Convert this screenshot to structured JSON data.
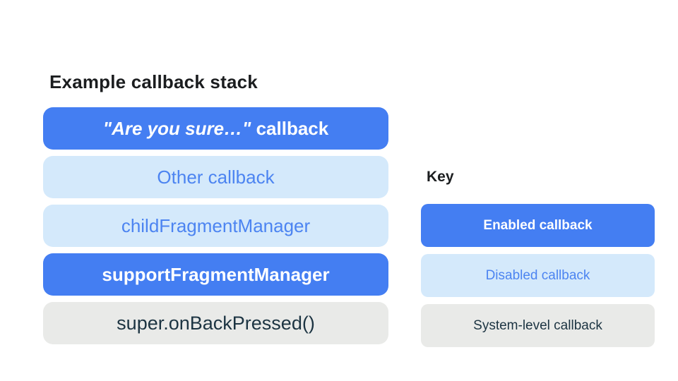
{
  "title": "Example callback stack",
  "colors": {
    "enabled_bg": "#447EF2",
    "enabled_text": "#FFFFFF",
    "disabled_bg": "#D4E9FB",
    "disabled_text": "#4C84F1",
    "system_bg": "#E9EAE8",
    "system_text": "#1C3442",
    "heading_text": "#1B1D1F",
    "page_bg": "#FFFFFF"
  },
  "stack": {
    "bars": [
      {
        "label_italic": "\"Are you sure…\"",
        "label_rest": " callback",
        "type": "enabled"
      },
      {
        "label": "Other callback",
        "type": "disabled"
      },
      {
        "label": "childFragmentManager",
        "type": "disabled"
      },
      {
        "label": "supportFragmentManager",
        "type": "enabled"
      },
      {
        "label": "super.onBackPressed()",
        "type": "system"
      }
    ]
  },
  "key": {
    "heading": "Key",
    "items": [
      {
        "label": "Enabled callback",
        "type": "enabled"
      },
      {
        "label": "Disabled callback",
        "type": "disabled"
      },
      {
        "label": "System-level callback",
        "type": "system"
      }
    ]
  }
}
